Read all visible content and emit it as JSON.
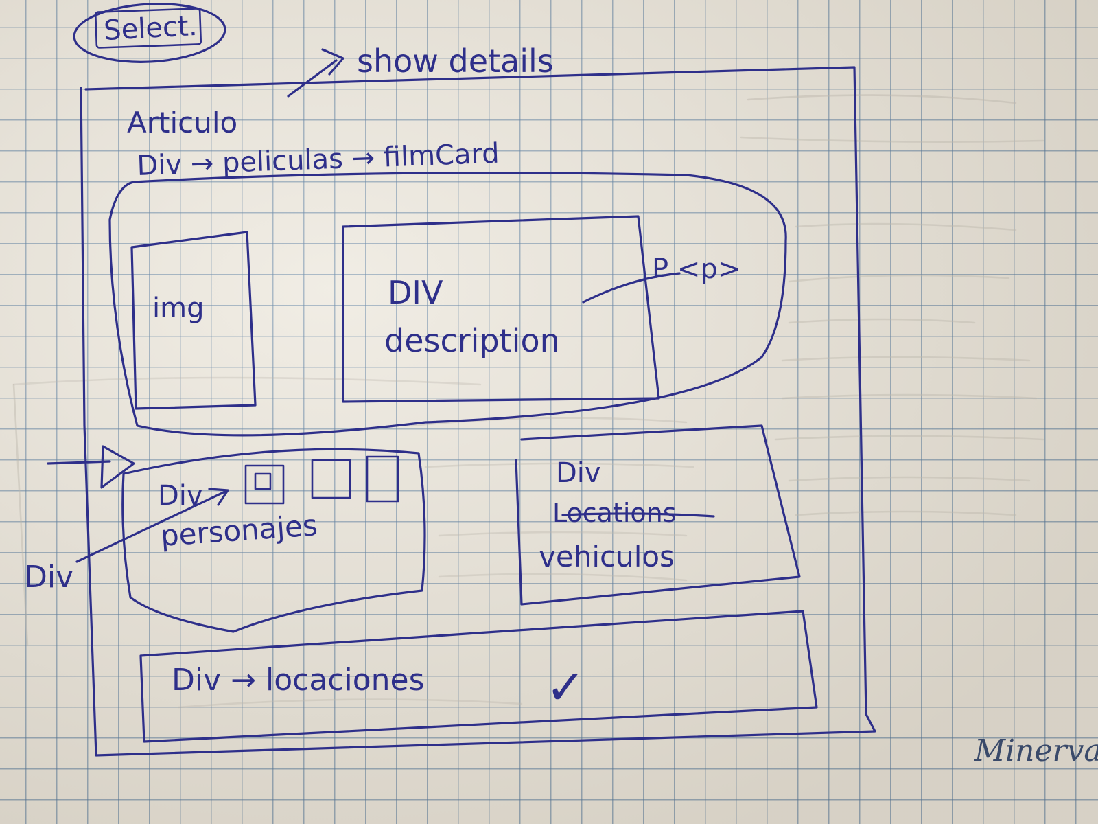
{
  "annotations": {
    "select": "Select.",
    "show_details": "show details",
    "articulo": "Articulo",
    "div_peliculas": "Div → peliculas → filmCard",
    "p_tag": "P <p>",
    "img": "img",
    "div_description": "DIV",
    "description": "description",
    "div_personajes": "Div",
    "personajes": "personajes",
    "div_left": "Div",
    "div_vehiculos": "Div",
    "locations_struck": "Locations",
    "vehiculos": "vehiculos",
    "div_locaciones": "Div → locaciones",
    "checkmark": "✓"
  },
  "brand": {
    "logo": "Minerva"
  },
  "colors": {
    "ink": "#2e2f8a",
    "paper": "#ece7dc",
    "grid": "#466e96"
  }
}
